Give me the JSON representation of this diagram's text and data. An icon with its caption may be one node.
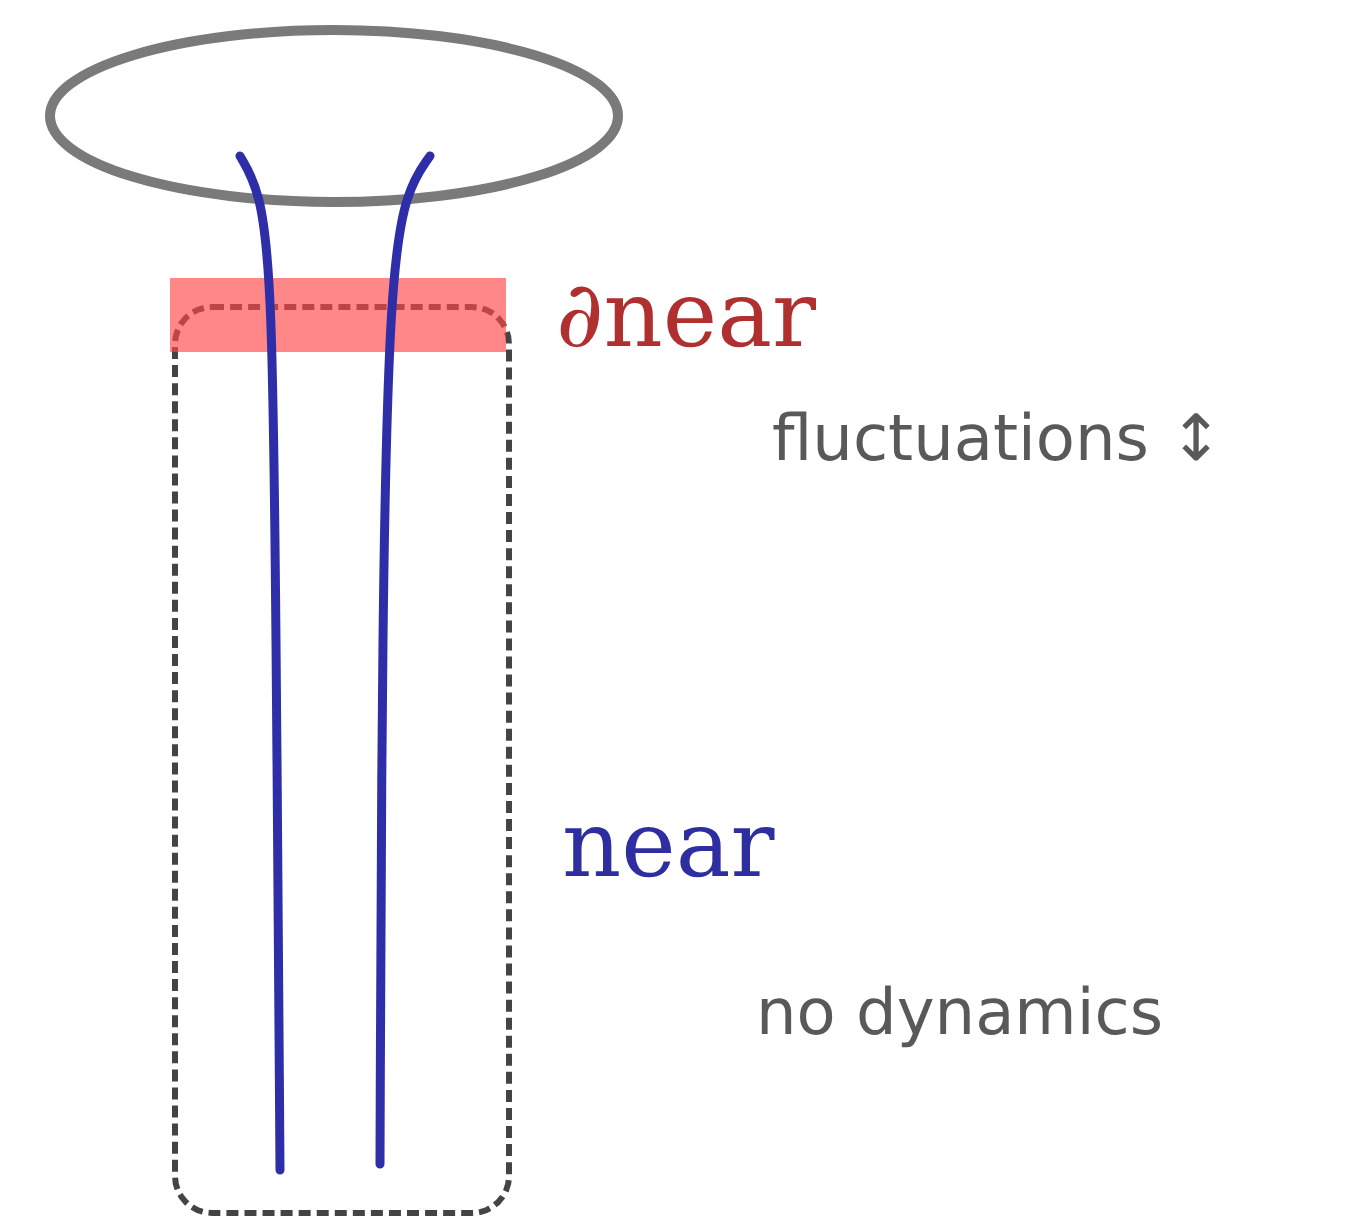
{
  "diagram": {
    "nodes": [
      {
        "text": [],
        "shape": "ellipse"
      },
      {
        "text": [
          "∂near"
        ]
      },
      {
        "text": [
          "near"
        ]
      }
    ],
    "labels": [
      "fluctuations ↕",
      "no dynamics"
    ]
  }
}
